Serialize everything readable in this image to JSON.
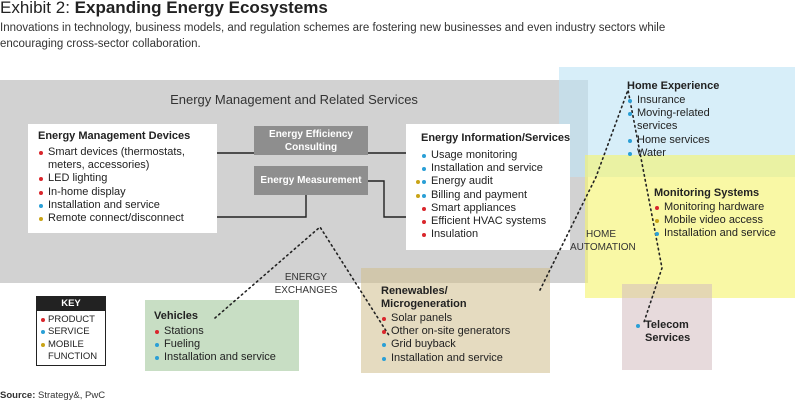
{
  "header": {
    "exhibit": "Exhibit 2:",
    "title": "Expanding Energy Ecosystems",
    "subtitle": "Innovations in technology, business models, and regulation schemes are fostering new businesses and even industry sectors while encouraging cross-sector collaboration."
  },
  "colors": {
    "product": "#d9262c",
    "service": "#2a9fd6",
    "mobile": "#c9a417"
  },
  "energy_management": {
    "label": "Energy Management and Related Services",
    "devices": {
      "title": "Energy Management Devices",
      "items": [
        {
          "text": "Smart devices (thermostats, meters, accessories)",
          "types": [
            "product"
          ]
        },
        {
          "text": "LED lighting",
          "types": [
            "product"
          ]
        },
        {
          "text": "In-home display",
          "types": [
            "product"
          ]
        },
        {
          "text": "Installation and service",
          "types": [
            "service"
          ]
        },
        {
          "text": "Remote connect/disconnect",
          "types": [
            "mobile"
          ]
        }
      ]
    },
    "efficiency": "Energy Efficiency Consulting",
    "measurement": "Energy Measurement",
    "info_services": {
      "title": "Energy Information/Services",
      "items": [
        {
          "text": "Usage monitoring",
          "types": [
            "service"
          ]
        },
        {
          "text": "Installation and service",
          "types": [
            "service"
          ]
        },
        {
          "text": "Energy audit",
          "types": [
            "mobile",
            "service"
          ]
        },
        {
          "text": "Billing and payment",
          "types": [
            "mobile",
            "service"
          ]
        },
        {
          "text": "Smart appliances",
          "types": [
            "product"
          ]
        },
        {
          "text": "Efficient HVAC systems",
          "types": [
            "product"
          ]
        },
        {
          "text": "Insulation",
          "types": [
            "product"
          ]
        }
      ]
    }
  },
  "home_experience": {
    "title": "Home Experience",
    "items": [
      {
        "text": "Insurance",
        "types": [
          "service"
        ]
      },
      {
        "text": "Moving-related services",
        "types": [
          "service"
        ]
      },
      {
        "text": "Home services",
        "types": [
          "service"
        ]
      },
      {
        "text": "Water",
        "types": [
          "service"
        ]
      }
    ]
  },
  "monitoring": {
    "title": "Monitoring Systems",
    "items": [
      {
        "text": "Monitoring hardware",
        "types": [
          "product"
        ]
      },
      {
        "text": "Mobile video access",
        "types": [
          "mobile"
        ]
      },
      {
        "text": "Installation and service",
        "types": [
          "service"
        ]
      }
    ]
  },
  "telecom": {
    "items": [
      {
        "text": "Telecom Services",
        "types": [
          "service"
        ]
      }
    ]
  },
  "renewables": {
    "title": "Renewables/ Microgeneration",
    "items": [
      {
        "text": "Solar panels",
        "types": [
          "product"
        ]
      },
      {
        "text": "Other on-site generators",
        "types": [
          "product"
        ]
      },
      {
        "text": "Grid buyback",
        "types": [
          "service"
        ]
      },
      {
        "text": "Installation and service",
        "types": [
          "service"
        ]
      }
    ]
  },
  "vehicles": {
    "title": "Vehicles",
    "items": [
      {
        "text": "Stations",
        "types": [
          "product"
        ]
      },
      {
        "text": "Fueling",
        "types": [
          "service"
        ]
      },
      {
        "text": "Installation and service",
        "types": [
          "service"
        ]
      }
    ]
  },
  "connections": {
    "energy_exchanges": "ENERGY EXCHANGES",
    "home_automation": "HOME AUTOMATION"
  },
  "key": {
    "title": "KEY",
    "items": [
      {
        "text": "PRODUCT",
        "type": "product"
      },
      {
        "text": "SERVICE",
        "type": "service"
      },
      {
        "text": "MOBILE FUNCTION",
        "type": "mobile"
      }
    ]
  },
  "source": {
    "label": "Source:",
    "text": "Strategy&, PwC"
  }
}
